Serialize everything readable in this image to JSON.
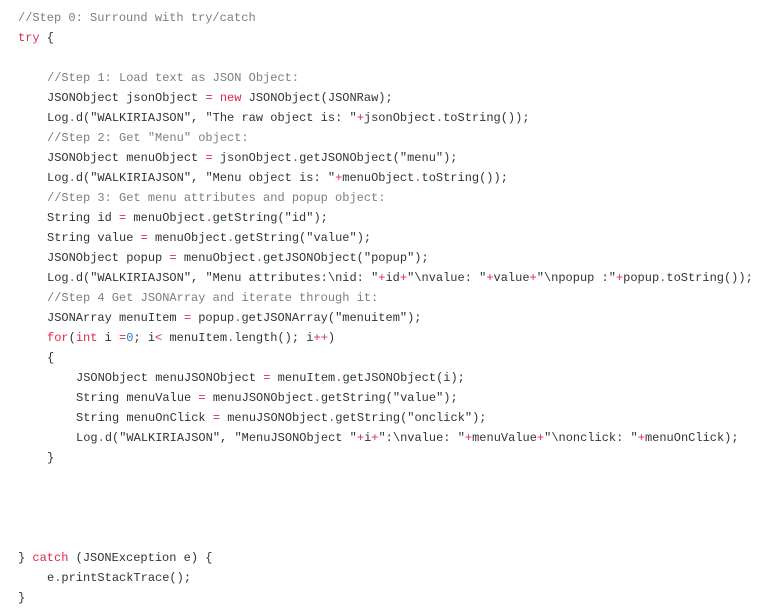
{
  "colors": {
    "comment": "#7d7d7d",
    "keyword": "#e0284a",
    "operator": "#e0284a",
    "number": "#1c7fd6",
    "text": "#333333"
  },
  "code": {
    "lines": [
      {
        "indent": 0,
        "text": "//Step 0: Surround with try/catch"
      },
      {
        "indent": 0,
        "text": "try {"
      },
      {
        "indent": 0,
        "text": ""
      },
      {
        "indent": 1,
        "text": "//Step 1: Load text as JSON Object:"
      },
      {
        "indent": 1,
        "text": "JSONObject jsonObject = new JSONObject(JSONRaw);"
      },
      {
        "indent": 1,
        "text": "Log.d(\"WALKIRIAJSON\", \"The raw object is: \"+jsonObject.toString());"
      },
      {
        "indent": 1,
        "text": "//Step 2: Get \"Menu\" object:"
      },
      {
        "indent": 1,
        "text": "JSONObject menuObject = jsonObject.getJSONObject(\"menu\");"
      },
      {
        "indent": 1,
        "text": "Log.d(\"WALKIRIAJSON\", \"Menu object is: \"+menuObject.toString());"
      },
      {
        "indent": 1,
        "text": "//Step 3: Get menu attributes and popup object:"
      },
      {
        "indent": 1,
        "text": "String id = menuObject.getString(\"id\");"
      },
      {
        "indent": 1,
        "text": "String value = menuObject.getString(\"value\");"
      },
      {
        "indent": 1,
        "text": "JSONObject popup = menuObject.getJSONObject(\"popup\");"
      },
      {
        "indent": 1,
        "text": "Log.d(\"WALKIRIAJSON\", \"Menu attributes:\\nid: \"+id+\"\\nvalue: \"+value+\"\\npopup :\"+popup.toString());"
      },
      {
        "indent": 1,
        "text": "//Step 4 Get JSONArray and iterate through it:"
      },
      {
        "indent": 1,
        "text": "JSONArray menuItem = popup.getJSONArray(\"menuitem\");"
      },
      {
        "indent": 1,
        "text": "for(int i =0; i< menuItem.length(); i++)"
      },
      {
        "indent": 1,
        "text": "{"
      },
      {
        "indent": 2,
        "text": "JSONObject menuJSONObject = menuItem.getJSONObject(i);"
      },
      {
        "indent": 2,
        "text": "String menuValue = menuJSONObject.getString(\"value\");"
      },
      {
        "indent": 2,
        "text": "String menuOnClick = menuJSONObject.getString(\"onclick\");"
      },
      {
        "indent": 2,
        "text": "Log.d(\"WALKIRIAJSON\", \"MenuJSONObject \"+i+\":\\nvalue: \"+menuValue+\"\\nonclick: \"+menuOnClick);"
      },
      {
        "indent": 1,
        "text": "}"
      },
      {
        "indent": 0,
        "text": ""
      },
      {
        "indent": 0,
        "text": ""
      },
      {
        "indent": 0,
        "text": ""
      },
      {
        "indent": 0,
        "text": ""
      },
      {
        "indent": 0,
        "text": "} catch (JSONException e) {"
      },
      {
        "indent": 1,
        "text": "e.printStackTrace();"
      },
      {
        "indent": 0,
        "text": "}"
      }
    ]
  }
}
